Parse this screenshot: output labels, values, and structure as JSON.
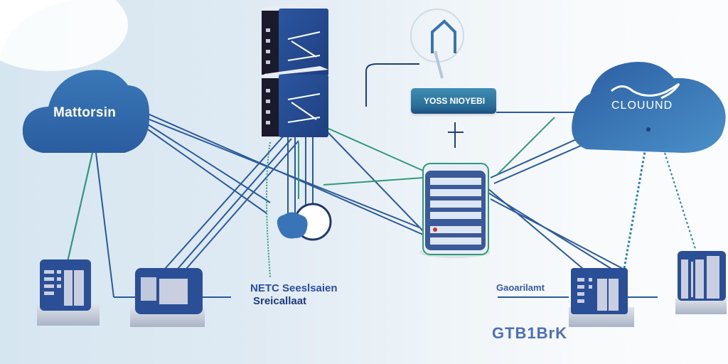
{
  "diagram": {
    "title": "",
    "colors": {
      "primary_blue": "#2f63a8",
      "dark_blue": "#1f3f7a",
      "link_blue": "#2a5a9a",
      "link_green": "#2f9a7a",
      "device_base": "#b9c3d3",
      "screen_light": "#c9cfe0"
    },
    "nodes": {
      "cloud_left": {
        "label": "Mattorsin",
        "icon": "cloud-icon"
      },
      "cloud_right": {
        "label": "CLOUUND",
        "icon": "cloud-icon"
      },
      "switch": {
        "label": "YOSS NIOYEBI",
        "icon": "switch-icon"
      },
      "home_badge": {
        "icon": "home-icon"
      },
      "server_rack_top": {
        "icon": "server-rack-icon"
      },
      "central_server": {
        "icon": "server-stack-icon"
      },
      "hub": {
        "icon": "hub-icon"
      },
      "workstation_1": {
        "icon": "workstation-icon"
      },
      "workstation_2": {
        "icon": "computer-icon"
      },
      "workstation_3": {
        "icon": "workstation-icon"
      },
      "workstation_4": {
        "icon": "workstation-icon"
      }
    },
    "labels": {
      "center_line1": "NETC Seeslsaien",
      "center_line2": "Sreicallaat",
      "right_line1": "Gaoarilamt",
      "right_line2": "GTB1BrK"
    }
  }
}
